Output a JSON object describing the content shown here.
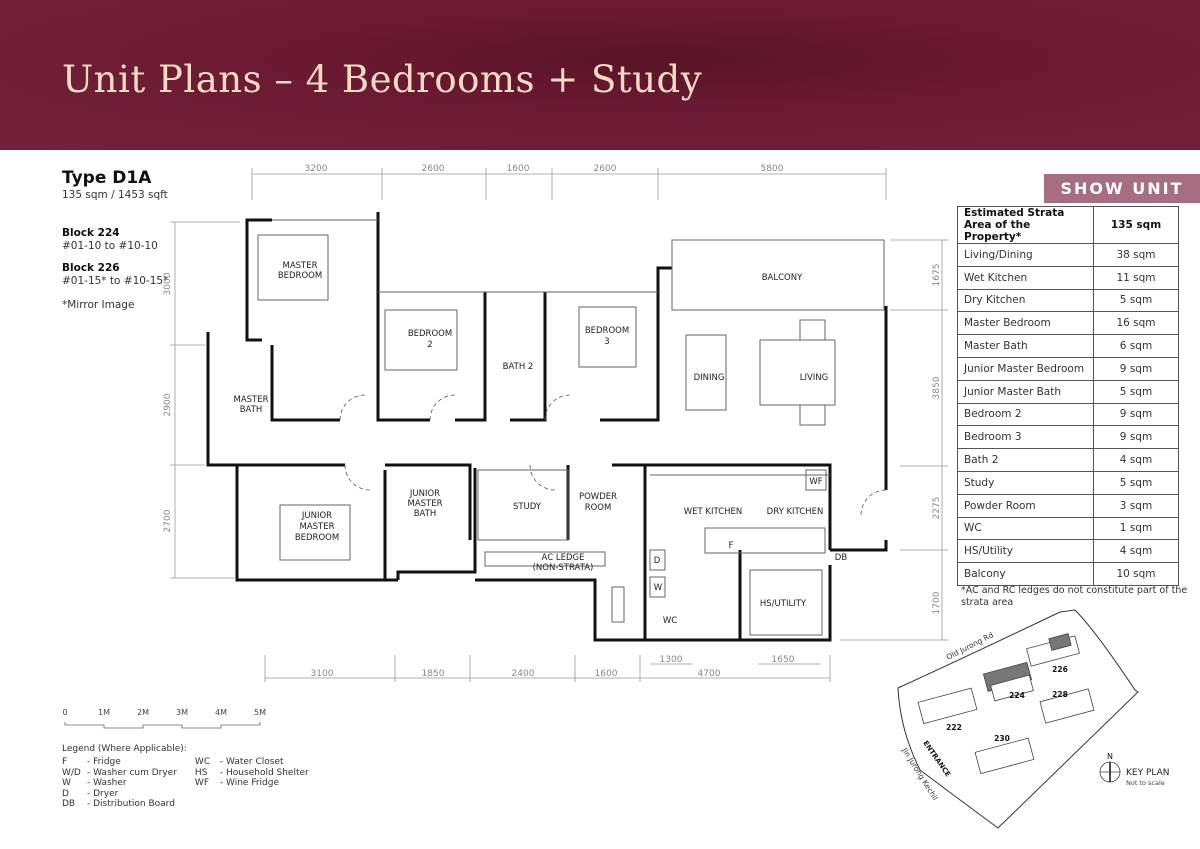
{
  "header": {
    "title": "Unit Plans – 4 Bedrooms + Study"
  },
  "unit": {
    "type": "Type D1A",
    "size": "135 sqm / 1453 sqft",
    "blocks": [
      {
        "name": "Block 224",
        "units": "#01-10 to #10-10"
      },
      {
        "name": "Block 226",
        "units": "#01-15* to #10-15*"
      }
    ],
    "note": "*Mirror Image"
  },
  "badge": "SHOW UNIT",
  "area_table": {
    "header": {
      "label": "Estimated Strata Area of the Property*",
      "value": "135 sqm"
    },
    "rows": [
      {
        "label": "Living/Dining",
        "value": "38 sqm"
      },
      {
        "label": "Wet Kitchen",
        "value": "11 sqm"
      },
      {
        "label": "Dry Kitchen",
        "value": "5 sqm"
      },
      {
        "label": "Master Bedroom",
        "value": "16 sqm"
      },
      {
        "label": "Master Bath",
        "value": "6 sqm"
      },
      {
        "label": "Junior Master Bedroom",
        "value": "9 sqm"
      },
      {
        "label": "Junior Master Bath",
        "value": "5 sqm"
      },
      {
        "label": "Bedroom 2",
        "value": "9 sqm"
      },
      {
        "label": "Bedroom 3",
        "value": "9 sqm"
      },
      {
        "label": "Bath 2",
        "value": "4 sqm"
      },
      {
        "label": "Study",
        "value": "5 sqm"
      },
      {
        "label": "Powder Room",
        "value": "3 sqm"
      },
      {
        "label": "WC",
        "value": "1 sqm"
      },
      {
        "label": "HS/Utility",
        "value": "4 sqm"
      },
      {
        "label": "Balcony",
        "value": "10 sqm"
      }
    ],
    "footnote": "*AC and RC ledges do not constitute part of the strata area"
  },
  "plan": {
    "rooms": {
      "master_bedroom": [
        "MASTER",
        "BEDROOM"
      ],
      "bedroom2": [
        "BEDROOM",
        "2"
      ],
      "bath2": "BATH 2",
      "bedroom3": [
        "BEDROOM",
        "3"
      ],
      "balcony": "BALCONY",
      "dining": "DINING",
      "living": "LIVING",
      "master_bath": [
        "MASTER",
        "BATH"
      ],
      "junior_master_bedroom": [
        "JUNIOR",
        "MASTER",
        "BEDROOM"
      ],
      "junior_master_bath": [
        "JUNIOR",
        "MASTER",
        "BATH"
      ],
      "study": "STUDY",
      "powder_room": [
        "POWDER",
        "ROOM"
      ],
      "wet_kitchen": "WET KITCHEN",
      "dry_kitchen": "DRY KITCHEN",
      "ac_ledge": [
        "AC LEDGE",
        "(NON-STRATA)"
      ],
      "hs_utility": "HS/UTILITY",
      "wc": "WC"
    },
    "fixtures": {
      "wf": "WF",
      "f": "F",
      "d": "D",
      "w": "W",
      "db": "DB"
    },
    "dims_top": [
      "3200",
      "2600",
      "1600",
      "2600",
      "5800"
    ],
    "dims_left": [
      "3000",
      "2900",
      "2700"
    ],
    "dims_right": [
      "1675",
      "3850",
      "2275",
      "1700"
    ],
    "dims_bottom": [
      "3100",
      "1850",
      "2400",
      "1600",
      "4700"
    ],
    "dims_bottom_inner": [
      "1300",
      "1650"
    ]
  },
  "scale_bar": {
    "labels": [
      "0",
      "1M",
      "2M",
      "3M",
      "4M",
      "5M"
    ]
  },
  "legend": {
    "title": "Legend (Where Applicable):",
    "left": [
      {
        "k": "F",
        "v": "- Fridge"
      },
      {
        "k": "W/D",
        "v": "- Washer cum Dryer"
      },
      {
        "k": "W",
        "v": "- Washer"
      },
      {
        "k": "D",
        "v": "- Dryer"
      },
      {
        "k": "DB",
        "v": "- Distribution Board"
      }
    ],
    "right": [
      {
        "k": "WC",
        "v": "- Water Closet"
      },
      {
        "k": "HS",
        "v": "- Household Shelter"
      },
      {
        "k": "WF",
        "v": "- Wine Fridge"
      }
    ]
  },
  "key_plan": {
    "title": "KEY PLAN",
    "subtitle": "Not to scale",
    "north": "N",
    "roads": [
      "Old Jurong Rd",
      "Jln Jurong Kechil"
    ],
    "entrance": "ENTRANCE",
    "blocks": [
      "222",
      "224",
      "226",
      "228",
      "230"
    ]
  },
  "colors": {
    "header_bg": "#6d1b34",
    "header_text": "#f4dcc0",
    "badge_bg": "#a66e80",
    "highlight_block": "#777777"
  }
}
